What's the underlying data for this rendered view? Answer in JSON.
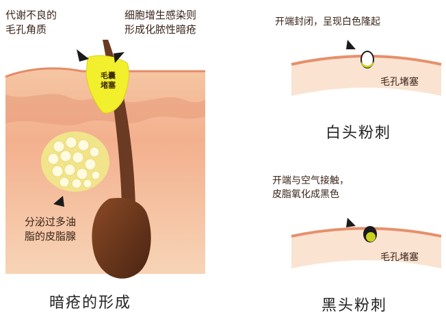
{
  "left_panel": {
    "title": "暗疮的形成",
    "label_keratin": [
      "代谢不良的",
      "毛孔角质"
    ],
    "label_bacteria": [
      "细胞增生感染则",
      "形成化脓性暗疮"
    ],
    "label_plug": [
      "毛囊",
      "堵塞"
    ],
    "label_gland": [
      "分泌过多油",
      "脂的皮脂腺"
    ]
  },
  "whitehead": {
    "caption": "开端封闭，呈现白色隆起",
    "pore_label": "毛孔堵塞",
    "title": "白头粉刺"
  },
  "blackhead": {
    "caption": [
      "开端与空气接触，",
      "皮脂氧化成黑色"
    ],
    "pore_label": "毛孔堵塞",
    "title": "黑头粉刺"
  },
  "colors": {
    "skin_top": "#f0c19a",
    "skin_mid": "#f3b391",
    "skin_deep": "#f6cfae",
    "surface_line": "#e99a78",
    "hair": "#6b3a22",
    "plug_yellow": "#f2ef2c",
    "sebaceous": "#f1e48a"
  }
}
